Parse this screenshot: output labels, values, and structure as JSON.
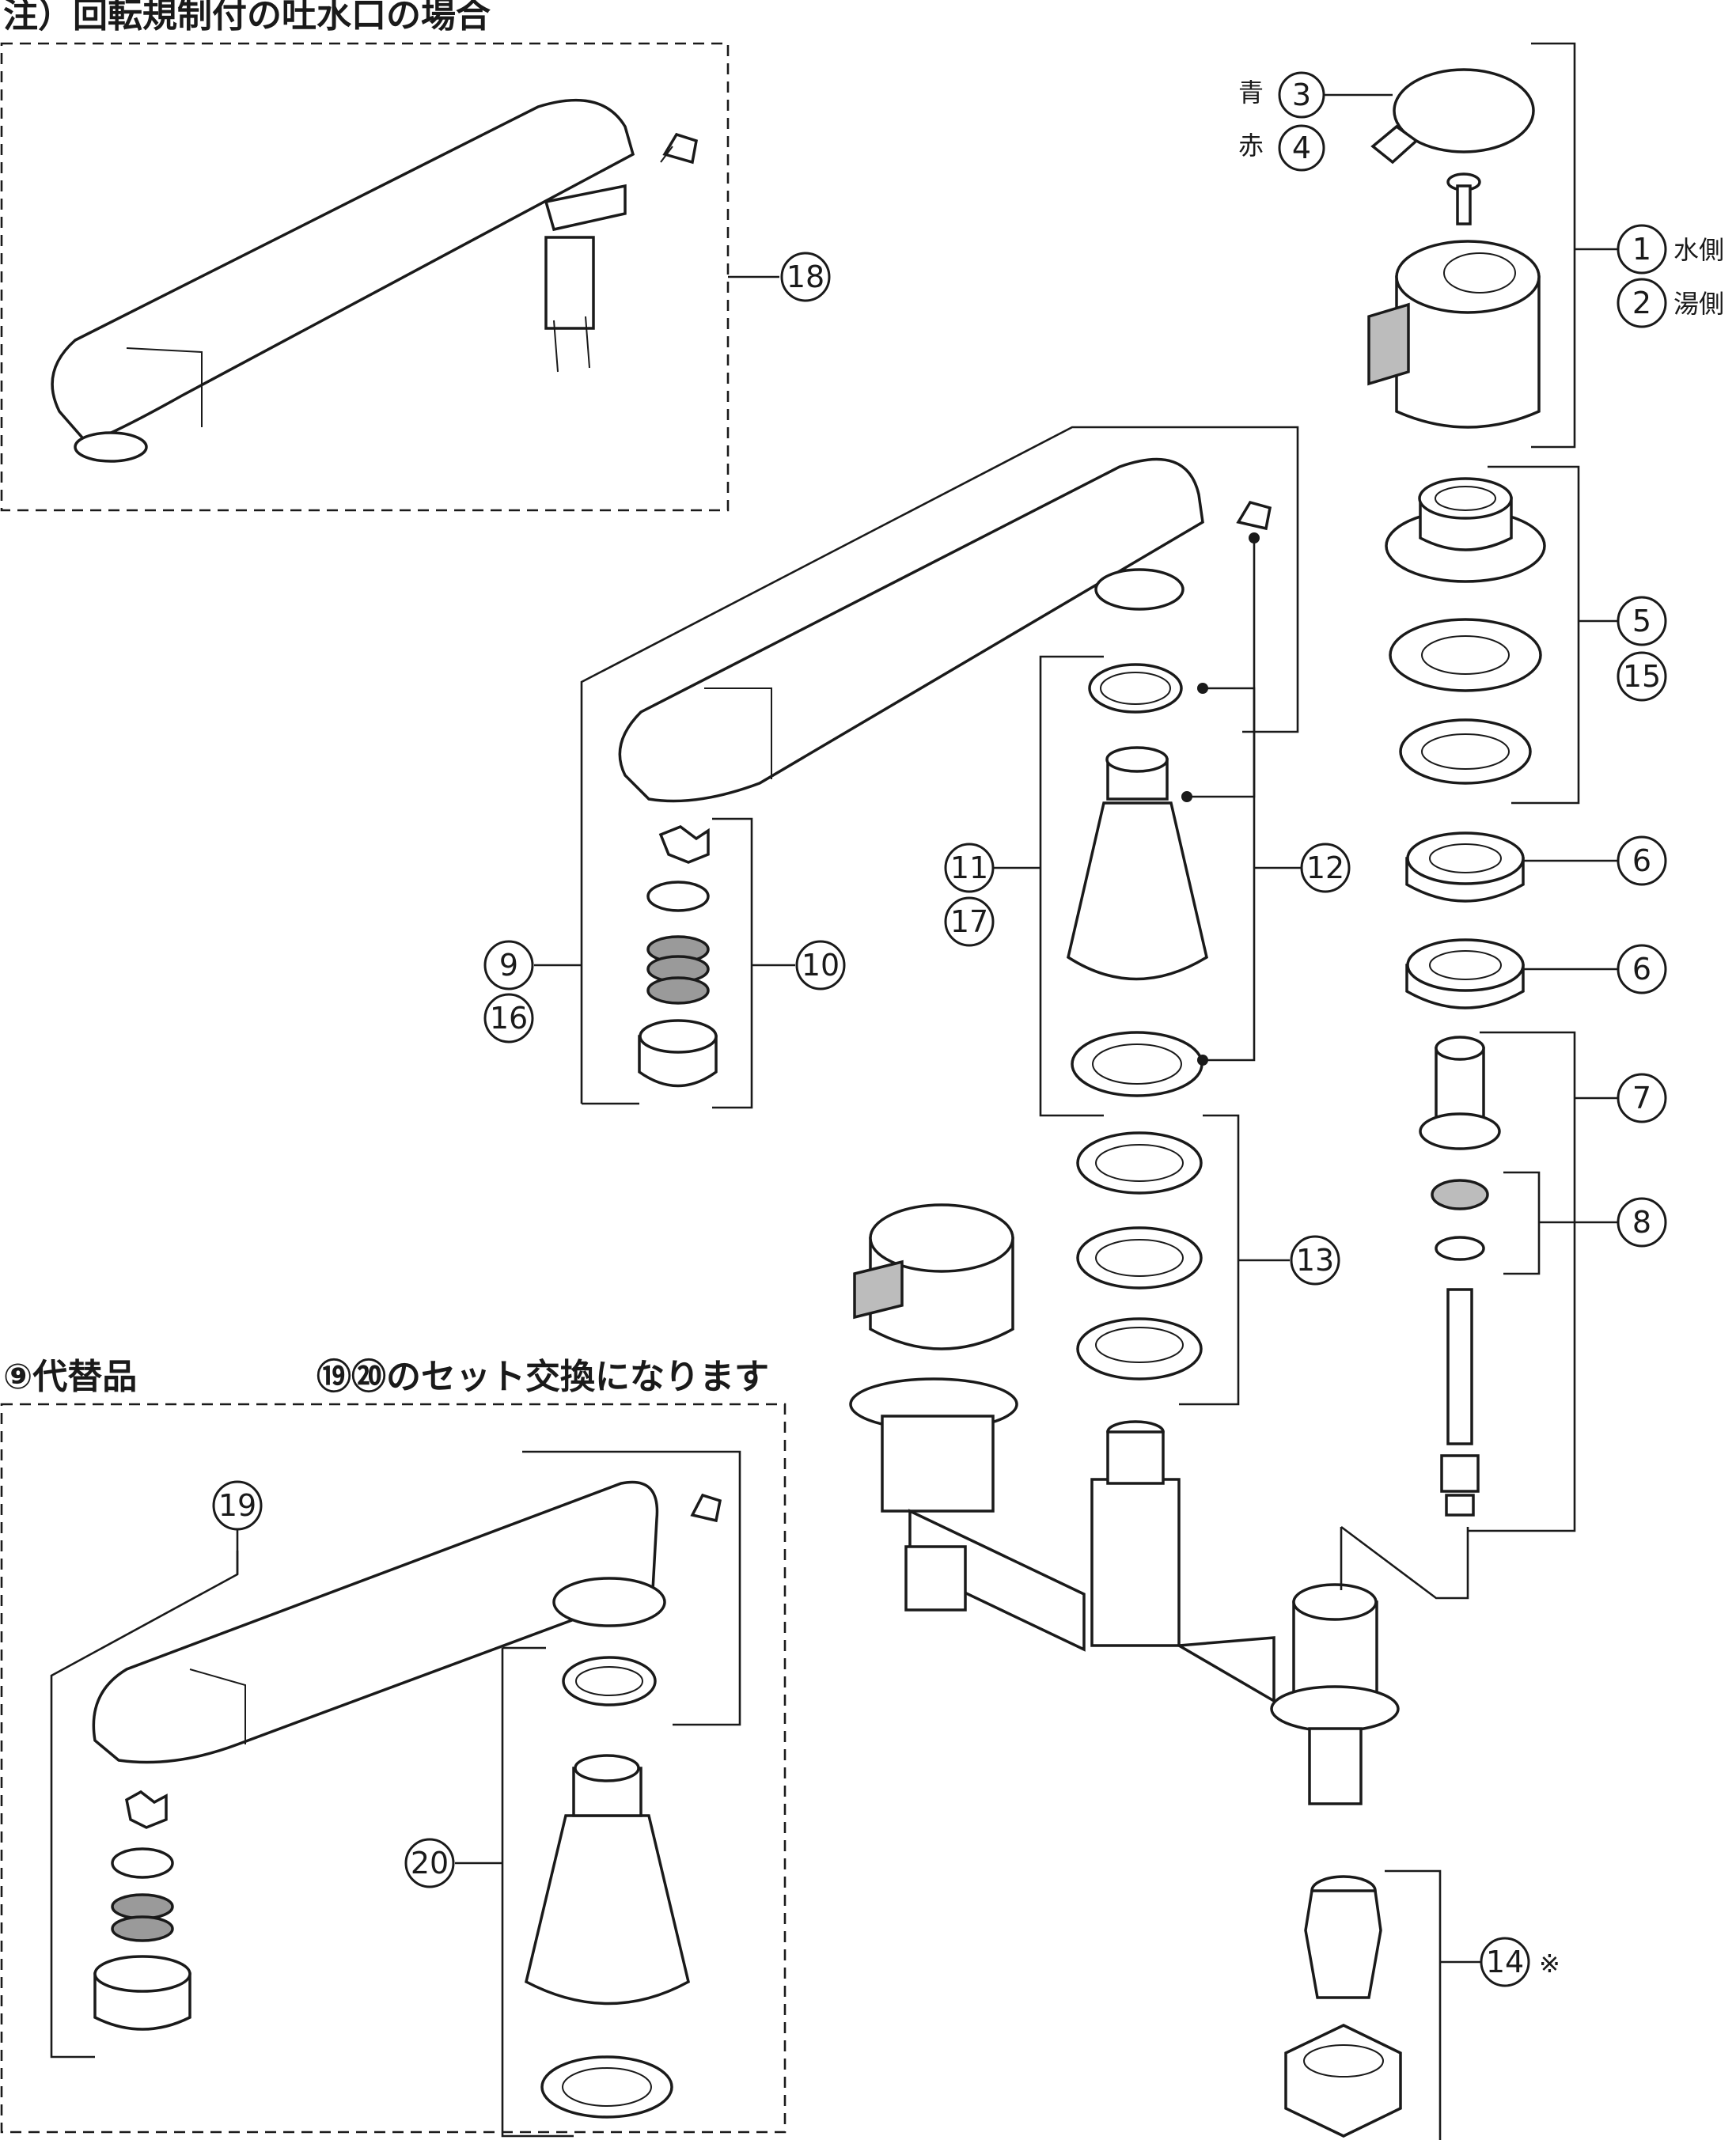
{
  "notes": {
    "swivel_limited": "注）回転規制付の吐水口の場合",
    "substitute": "⑨代替品",
    "set_exchange": "⑲⑳のセット交換になります"
  },
  "callouts": {
    "c1": "1",
    "c2": "2",
    "c3": "3",
    "c4": "4",
    "c5": "5",
    "c6a": "6",
    "c6b": "6",
    "c7": "7",
    "c8": "8",
    "c9": "9",
    "c10": "10",
    "c11": "11",
    "c12": "12",
    "c13": "13",
    "c14": "14",
    "c15": "15",
    "c16": "16",
    "c17": "17",
    "c18": "18",
    "c19": "19",
    "c20": "20"
  },
  "side_labels": {
    "water": "水側",
    "hot": "湯側",
    "blue": "青",
    "red": "赤",
    "asterisk": "※"
  }
}
